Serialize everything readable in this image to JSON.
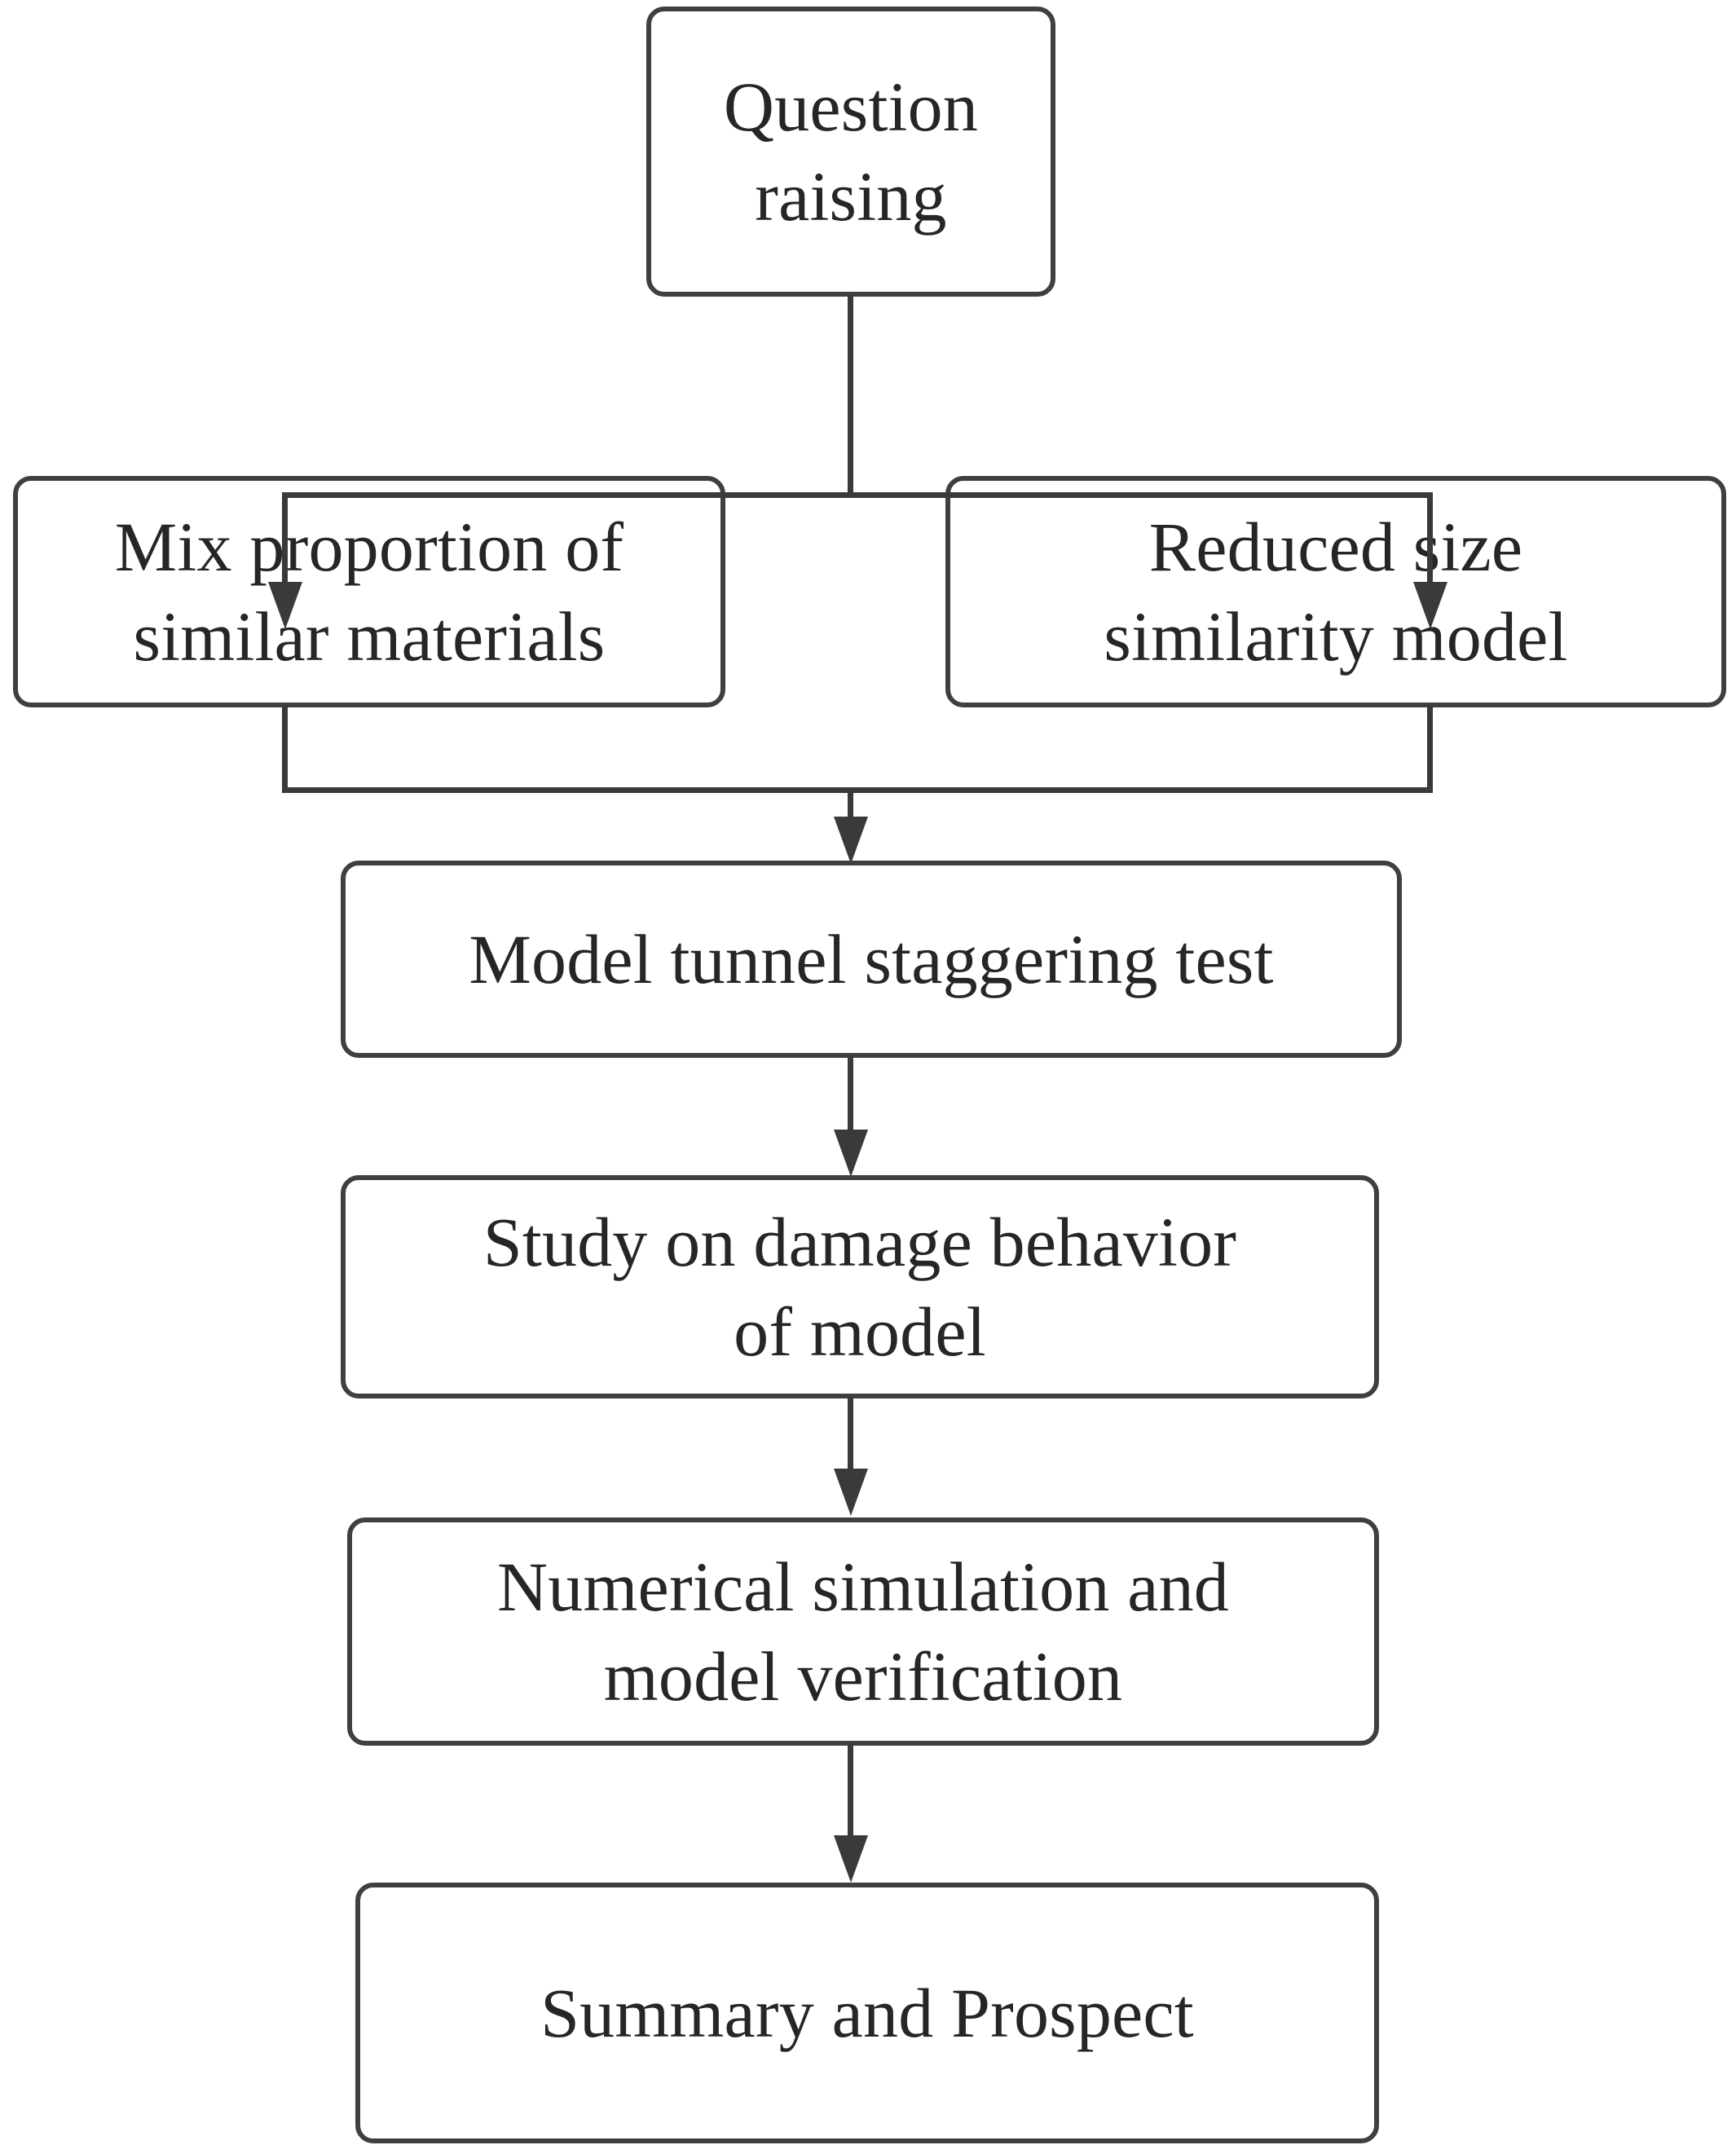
{
  "diagram": {
    "type": "flowchart",
    "orientation": "top-to-bottom",
    "title": "Research technical route flowchart",
    "colors": {
      "node_border": "#3f3f3f",
      "node_fill": "#ffffff",
      "connector": "#3a3a3a",
      "text": "#262626",
      "background": "#ffffff"
    },
    "nodes": [
      {
        "id": "question",
        "label": "Question\nraising",
        "shape": "rounded-rectangle",
        "lines": 2
      },
      {
        "id": "mix",
        "label": "Mix proportion of\nsimilar materials",
        "shape": "rounded-rectangle",
        "lines": 2
      },
      {
        "id": "reduced",
        "label": "Reduced size\nsimilarity model",
        "shape": "rounded-rectangle",
        "lines": 2
      },
      {
        "id": "model_test",
        "label": "Model tunnel staggering test",
        "shape": "rounded-rectangle",
        "lines": 1
      },
      {
        "id": "damage",
        "label": "Study on damage behavior\nof model",
        "shape": "rounded-rectangle",
        "lines": 2
      },
      {
        "id": "numerical",
        "label": "Numerical simulation and\nmodel verification",
        "shape": "rounded-rectangle",
        "lines": 2
      },
      {
        "id": "summary",
        "label": "Summary and Prospect",
        "shape": "rounded-rectangle",
        "lines": 1
      }
    ],
    "edges": [
      {
        "from": "question",
        "to": "mix",
        "style": "elbow-split",
        "arrow": "down"
      },
      {
        "from": "question",
        "to": "reduced",
        "style": "elbow-split",
        "arrow": "down"
      },
      {
        "from": "mix",
        "to": "model_test",
        "style": "elbow-merge",
        "arrow": "down"
      },
      {
        "from": "reduced",
        "to": "model_test",
        "style": "elbow-merge",
        "arrow": "down"
      },
      {
        "from": "model_test",
        "to": "damage",
        "style": "straight",
        "arrow": "down"
      },
      {
        "from": "damage",
        "to": "numerical",
        "style": "straight",
        "arrow": "down"
      },
      {
        "from": "numerical",
        "to": "summary",
        "style": "straight",
        "arrow": "down"
      }
    ]
  }
}
